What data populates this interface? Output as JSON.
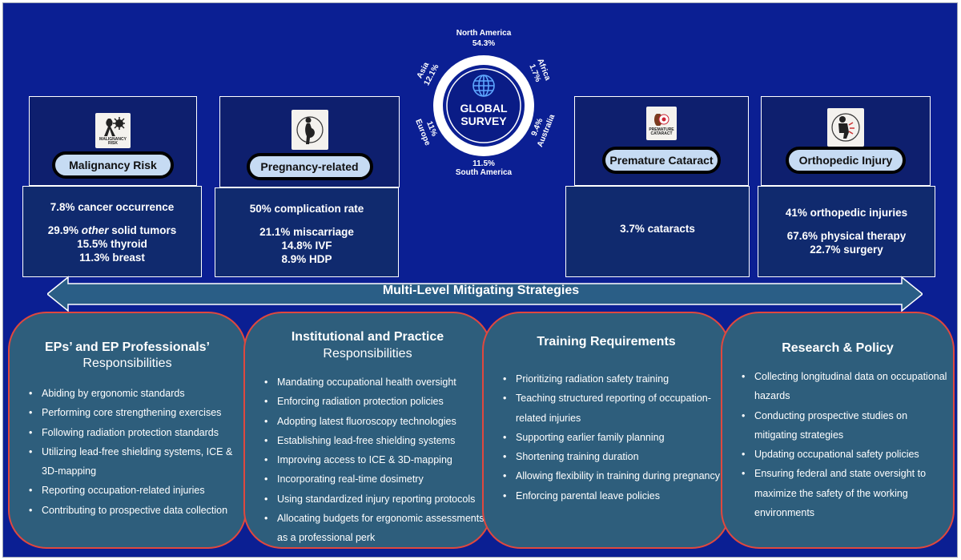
{
  "survey": {
    "center_line1": "GLOBAL",
    "center_line2": "SURVEY",
    "regions": [
      {
        "name": "North America",
        "pct": "54.3%"
      },
      {
        "name": "Africa",
        "pct": "1.7%"
      },
      {
        "name": "Australia",
        "pct": "9.4%"
      },
      {
        "name": "South America",
        "pct": "11.5%"
      },
      {
        "name": "Europe",
        "pct": "11%"
      },
      {
        "name": "Asia",
        "pct": "12.1%"
      }
    ]
  },
  "impacts": [
    {
      "title": "Malignancy Risk",
      "icon": "ribbon-icon",
      "icon_caption": "MALIGNANCY RISK",
      "headline": "7.8% cancer occurrence",
      "details_pre": "29.9% ",
      "details_em": "other",
      "details_post": " solid tumors",
      "lines": [
        "15.5% thyroid",
        "11.3% breast"
      ]
    },
    {
      "title": "Pregnancy-related",
      "icon": "pregnancy-icon",
      "headline": "50% complication rate",
      "lines": [
        "21.1% miscarriage",
        "14.8% IVF",
        "8.9% HDP"
      ]
    },
    {
      "title": "Premature Cataract",
      "icon": "eye-icon",
      "icon_caption": "PREMATURE CATARACT",
      "headline": "3.7% cataracts"
    },
    {
      "title": "Orthopedic Injury",
      "icon": "back-pain-icon",
      "headline": "41% orthopedic injuries",
      "lines": [
        "67.6% physical therapy",
        "22.7% surgery"
      ]
    }
  ],
  "banner": {
    "title": "Multi-Level Mitigating Strategies"
  },
  "strategies": [
    {
      "title": "EPs’ and EP Professionals’",
      "subtitle": "Responsibilities",
      "items": [
        "Abiding by ergonomic standards",
        "Performing core strengthening exercises",
        "Following radiation protection standards",
        "Utilizing lead-free shielding systems, ICE & 3D-mapping",
        "Reporting occupation-related injuries",
        "Contributing to prospective data collection"
      ]
    },
    {
      "title": "Institutional and Practice",
      "subtitle": "Responsibilities",
      "items": [
        "Mandating occupational health oversight",
        "Enforcing radiation protection policies",
        "Adopting latest fluoroscopy technologies",
        "Establishing lead-free shielding systems",
        "Improving access to ICE & 3D-mapping",
        "Incorporating real-time dosimetry",
        "Using standardized injury reporting protocols",
        "Allocating budgets for ergonomic assessments as a professional perk"
      ]
    },
    {
      "title": "Training Requirements",
      "subtitle": "",
      "items": [
        "Prioritizing radiation safety training",
        "Teaching structured reporting of occupation-related injuries",
        "Supporting earlier family planning",
        "Shortening training duration",
        "Allowing flexibility in training during pregnancy",
        "Enforcing parental leave policies"
      ]
    },
    {
      "title": "Research & Policy",
      "subtitle": "",
      "items": [
        "Collecting longitudinal data on occupational hazards",
        "Conducting prospective studies on mitigating strategies",
        "Updating occupational safety policies",
        "Ensuring federal and state oversight to maximize the safety of the working environments"
      ]
    }
  ],
  "colors": {
    "background": "#0b1f93",
    "panel": "#2e5e7c",
    "panel_border": "#e0483e",
    "pill": "#c6dbf3"
  }
}
